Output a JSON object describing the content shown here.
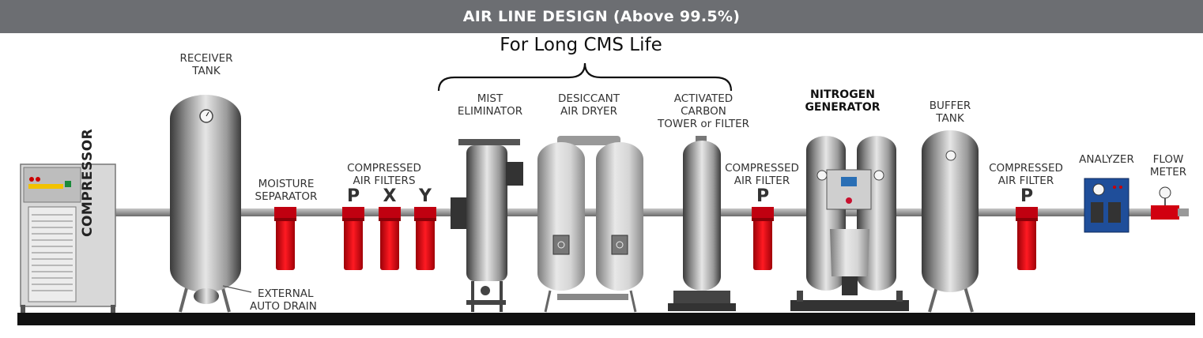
{
  "title": "AIR LINE DESIGN (Above 99.5%)",
  "subtitle": "For Long CMS Life",
  "components": {
    "compressor": "COMPRESSOR",
    "receiver_tank": [
      "RECEIVER",
      "TANK"
    ],
    "external_drain": [
      "EXTERNAL",
      "AUTO DRAIN"
    ],
    "moisture_separator": [
      "MOISTURE",
      "SEPARATOR"
    ],
    "compressed_air_filters": [
      "COMPRESSED",
      "AIR FILTERS"
    ],
    "filter_grades": [
      "P",
      "X",
      "Y"
    ],
    "mist_eliminator": [
      "MIST",
      "ELIMINATOR"
    ],
    "desiccant_air_dryer": [
      "DESICCANT",
      "AIR DRYER"
    ],
    "activated_carbon": [
      "ACTIVATED",
      "CARBON",
      "TOWER or FILTER"
    ],
    "compressed_air_filter_1": [
      "COMPRESSED",
      "AIR FILTER"
    ],
    "filter_grade_1": "P",
    "nitrogen_generator": [
      "NITROGEN",
      "GENERATOR"
    ],
    "buffer_tank": [
      "BUFFER",
      "TANK"
    ],
    "compressed_air_filter_2": [
      "COMPRESSED",
      "AIR FILTER"
    ],
    "filter_grade_2": "P",
    "analyzer": "ANALYZER",
    "flow_meter": [
      "FLOW",
      "METER"
    ]
  },
  "colors": {
    "header": "#6c6e72",
    "filter": "#e30613",
    "pipe": "#9a9a9a",
    "analyzer": "#1f4e9a",
    "floor": "#111111"
  }
}
